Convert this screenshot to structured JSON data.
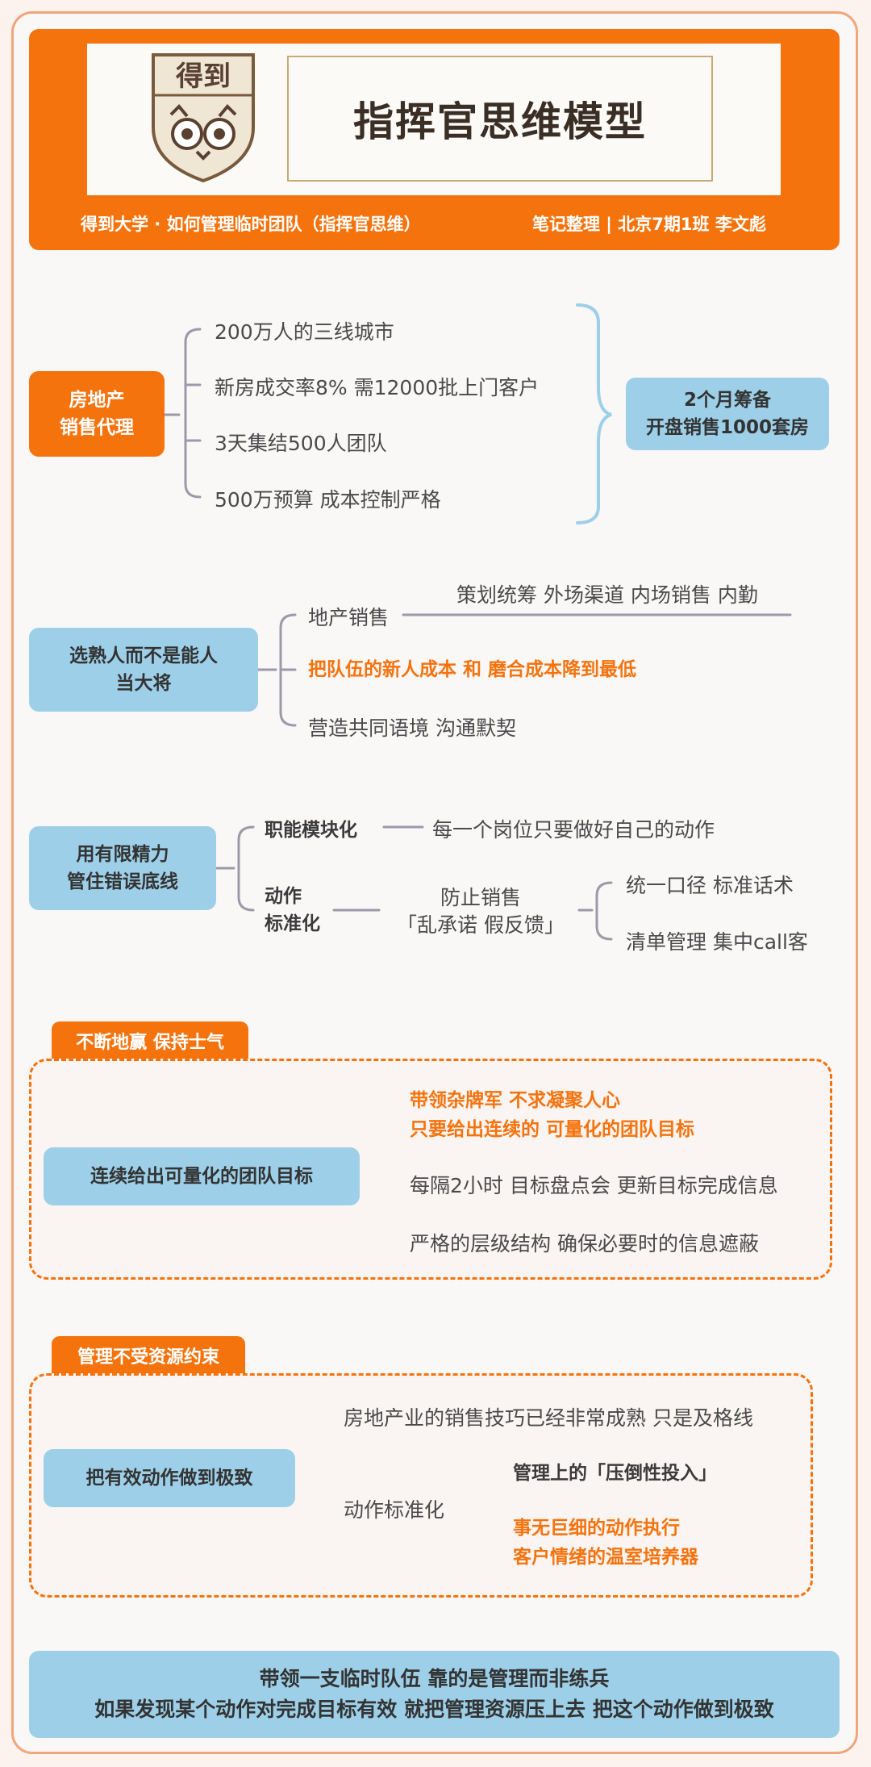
{
  "header": {
    "logo_text": "得到",
    "title": "指挥官思维模型",
    "left_caption": "得到大学 · 如何管理临时团队（指挥官思维）",
    "right_caption": "笔记整理 | 北京7期1班 李文彪"
  },
  "section1": {
    "topic": [
      "房地产",
      "销售代理"
    ],
    "items": [
      "200万人的三线城市",
      "新房成交率8% 需12000批上门客户",
      "3天集结500人团队",
      "500万预算 成本控制严格"
    ],
    "result": [
      "2个月筹备",
      "开盘销售1000套房"
    ]
  },
  "section2": {
    "topic": [
      "选熟人而不是能人",
      "当大将"
    ],
    "item1": "地产销售",
    "item1_detail": "策划统筹 外场渠道 内场销售 内勤",
    "item2": "把队伍的新人成本 和 磨合成本降到最低",
    "item3": "营造共同语境 沟通默契"
  },
  "section3": {
    "topic": [
      "用有限精力",
      "管住错误底线"
    ],
    "branch1": "职能模块化",
    "branch1_detail": "每一个岗位只要做好自己的动作",
    "branch2": [
      "动作",
      "标准化"
    ],
    "branch2_mid": [
      "防止销售",
      "「乱承诺 假反馈」"
    ],
    "branch2_items": [
      "统一口径 标准话术",
      "清单管理 集中call客"
    ]
  },
  "section4": {
    "tab": "不断地赢 保持士气",
    "topic": "连续给出可量化的团队目标",
    "highlight": [
      "带领杂牌军 不求凝聚人心",
      "只要给出连续的 可量化的团队目标"
    ],
    "item2": "每隔2小时 目标盘点会 更新目标完成信息",
    "item3": "严格的层级结构 确保必要时的信息遮蔽"
  },
  "section5": {
    "tab": "管理不受资源约束",
    "topic": "把有效动作做到极致",
    "item1": "房地产业的销售技巧已经非常成熟 只是及格线",
    "item2": "动作标准化",
    "sub1": "管理上的「压倒性投入」",
    "sub2": [
      "事无巨细的动作执行",
      "客户情绪的温室培养器"
    ]
  },
  "footer": {
    "line1": "带领一支临时队伍 靠的是管理而非练兵",
    "line2": "如果发现某个动作对完成目标有效 就把管理资源压上去 把这个动作做到极致"
  },
  "colors": {
    "orange": "#f5730d",
    "blue": "#9dd0e8",
    "gray_line": "#9a9aa8"
  }
}
